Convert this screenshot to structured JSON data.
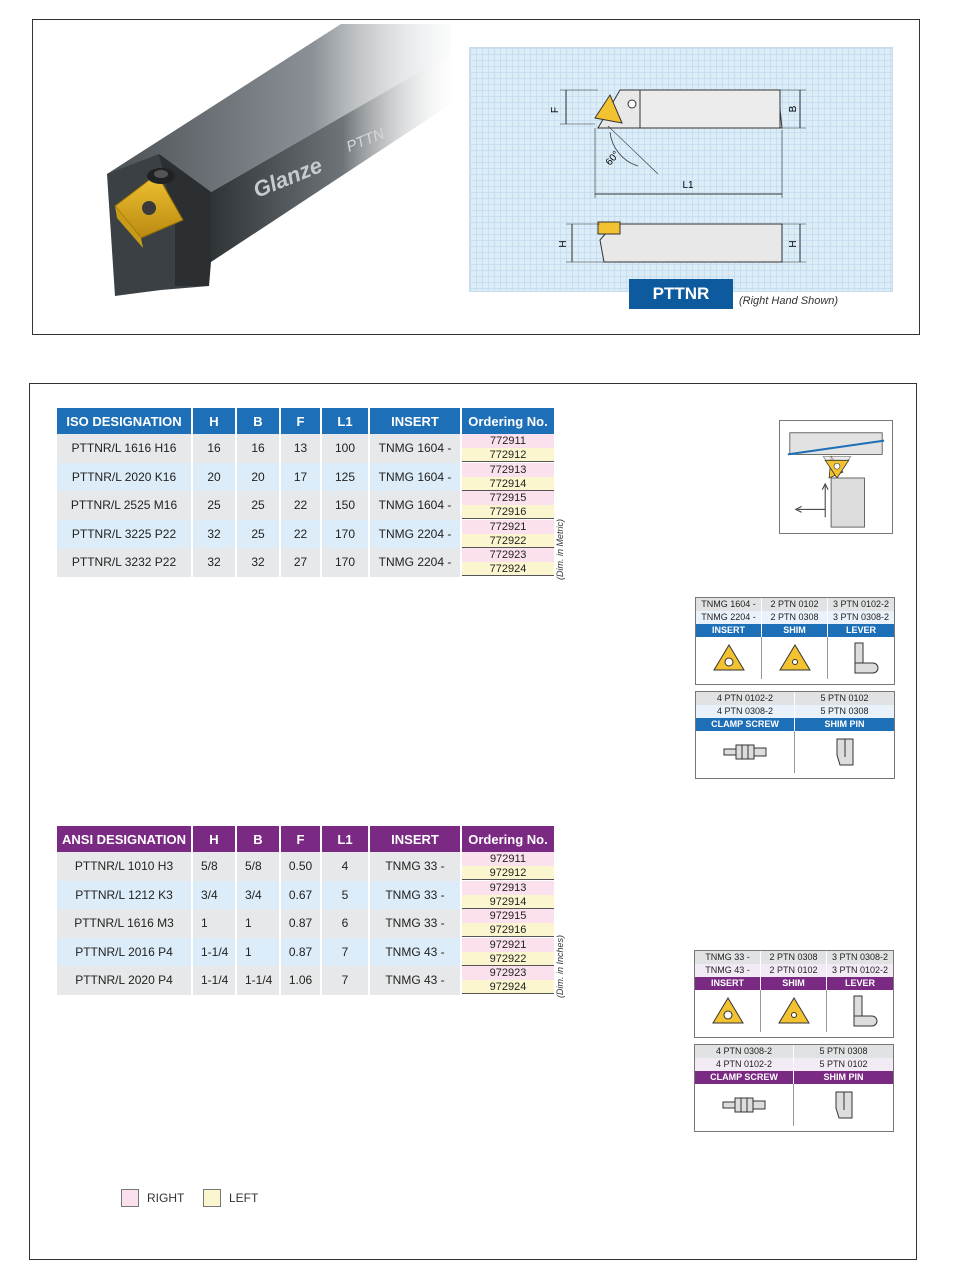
{
  "tool": {
    "brand": "Glanze",
    "engraving": "PTTN"
  },
  "drawing": {
    "dim_f": "F",
    "dim_b": "B",
    "dim_h": "H",
    "dim_l1": "L1",
    "angle": "60°"
  },
  "model": {
    "code": "PTTNR",
    "hand_note": "(Right Hand Shown)"
  },
  "iso_table": {
    "headers": [
      "ISO DESIGNATION",
      "H",
      "B",
      "F",
      "L1",
      "INSERT",
      "Ordering No."
    ],
    "rows": [
      {
        "designation": "PTTNR/L 1616 H16",
        "h": "16",
        "b": "16",
        "f": "13",
        "l1": "100",
        "insert": "TNMG 1604 -",
        "right": "772911",
        "left": "772912"
      },
      {
        "designation": "PTTNR/L 2020 K16",
        "h": "20",
        "b": "20",
        "f": "17",
        "l1": "125",
        "insert": "TNMG 1604 -",
        "right": "772913",
        "left": "772914"
      },
      {
        "designation": "PTTNR/L 2525 M16",
        "h": "25",
        "b": "25",
        "f": "22",
        "l1": "150",
        "insert": "TNMG 1604 -",
        "right": "772915",
        "left": "772916"
      },
      {
        "designation": "PTTNR/L 3225 P22",
        "h": "32",
        "b": "25",
        "f": "22",
        "l1": "170",
        "insert": "TNMG 2204 -",
        "right": "772921",
        "left": "772922"
      },
      {
        "designation": "PTTNR/L 3232 P22",
        "h": "32",
        "b": "32",
        "f": "27",
        "l1": "170",
        "insert": "TNMG 2204 -",
        "right": "772923",
        "left": "772924"
      }
    ],
    "unit_note": "(Dim. in Metric)"
  },
  "ansi_table": {
    "headers": [
      "ANSI DESIGNATION",
      "H",
      "B",
      "F",
      "L1",
      "INSERT",
      "Ordering No."
    ],
    "rows": [
      {
        "designation": "PTTNR/L 1010 H3",
        "h": "5/8",
        "b": "5/8",
        "f": "0.50",
        "l1": "4",
        "insert": "TNMG 33 -",
        "right": "972911",
        "left": "972912"
      },
      {
        "designation": "PTTNR/L 1212 K3",
        "h": "3/4",
        "b": "3/4",
        "f": "0.67",
        "l1": "5",
        "insert": "TNMG 33 -",
        "right": "972913",
        "left": "972914"
      },
      {
        "designation": "PTTNR/L 1616 M3",
        "h": "1",
        "b": "1",
        "f": "0.87",
        "l1": "6",
        "insert": "TNMG 33 -",
        "right": "972915",
        "left": "972916"
      },
      {
        "designation": "PTTNR/L 2016 P4",
        "h": "1-1/4",
        "b": "1",
        "f": "0.87",
        "l1": "7",
        "insert": "TNMG 43 -",
        "right": "972921",
        "left": "972922"
      },
      {
        "designation": "PTTNR/L 2020 P4",
        "h": "1-1/4",
        "b": "1-1/4",
        "f": "1.06",
        "l1": "7",
        "insert": "TNMG 43 -",
        "right": "972923",
        "left": "972924"
      }
    ],
    "unit_note": "(Dim. in Inches)"
  },
  "iso_parts": {
    "row1": [
      "TNMG 1604 -",
      "2 PTN 0102",
      "3 PTN 0102-2"
    ],
    "row2": [
      "TNMG 2204 -",
      "2 PTN 0308",
      "3 PTN 0308-2"
    ],
    "labels": [
      "INSERT",
      "SHIM",
      "LEVER"
    ],
    "row3": [
      "4 PTN 0102-2",
      "5 PTN 0102"
    ],
    "row4": [
      "4 PTN 0308-2",
      "5 PTN 0308"
    ],
    "labels2": [
      "CLAMP SCREW",
      "SHIM PIN"
    ]
  },
  "ansi_parts": {
    "row1": [
      "TNMG 33 -",
      "2 PTN 0308",
      "3 PTN 0308-2"
    ],
    "row2": [
      "TNMG 43 -",
      "2 PTN 0102",
      "3 PTN 0102-2"
    ],
    "labels": [
      "INSERT",
      "SHIM",
      "LEVER"
    ],
    "row3": [
      "4 PTN 0308-2",
      "5 PTN 0308"
    ],
    "row4": [
      "4 PTN 0102-2",
      "5 PTN 0102"
    ],
    "labels2": [
      "CLAMP SCREW",
      "SHIM PIN"
    ]
  },
  "legend": {
    "right": "RIGHT",
    "left": "LEFT",
    "right_color": "#fbe1ee",
    "left_color": "#fbf6d0"
  }
}
